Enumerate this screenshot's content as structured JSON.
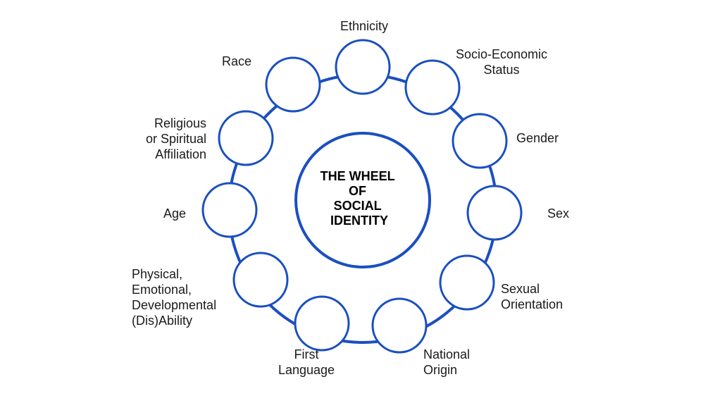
{
  "colors": {
    "ring": "#1a4fc0",
    "text": "#1a1a1a",
    "background": "#ffffff"
  },
  "center": {
    "title_lines": [
      "THE WHEEL",
      "OF",
      "SOCIAL",
      "IDENTITY"
    ]
  },
  "nodes": [
    {
      "id": "ethnicity",
      "lines": [
        "Ethnicity"
      ]
    },
    {
      "id": "socio-economic-status",
      "lines": [
        "Socio-Economic",
        "Status"
      ]
    },
    {
      "id": "gender",
      "lines": [
        "Gender"
      ]
    },
    {
      "id": "sex",
      "lines": [
        "Sex"
      ]
    },
    {
      "id": "sexual-orientation",
      "lines": [
        "Sexual",
        "Orientation"
      ]
    },
    {
      "id": "national-origin",
      "lines": [
        "National",
        "Origin"
      ]
    },
    {
      "id": "first-language",
      "lines": [
        "First",
        "Language"
      ]
    },
    {
      "id": "ability",
      "lines": [
        "Physical,",
        "Emotional,",
        "Developmental",
        "(Dis)Ability"
      ]
    },
    {
      "id": "age",
      "lines": [
        "Age"
      ]
    },
    {
      "id": "religious-affiliation",
      "lines": [
        "Religious",
        "or Spiritual",
        "Affiliation"
      ]
    },
    {
      "id": "race",
      "lines": [
        "Race"
      ]
    }
  ]
}
